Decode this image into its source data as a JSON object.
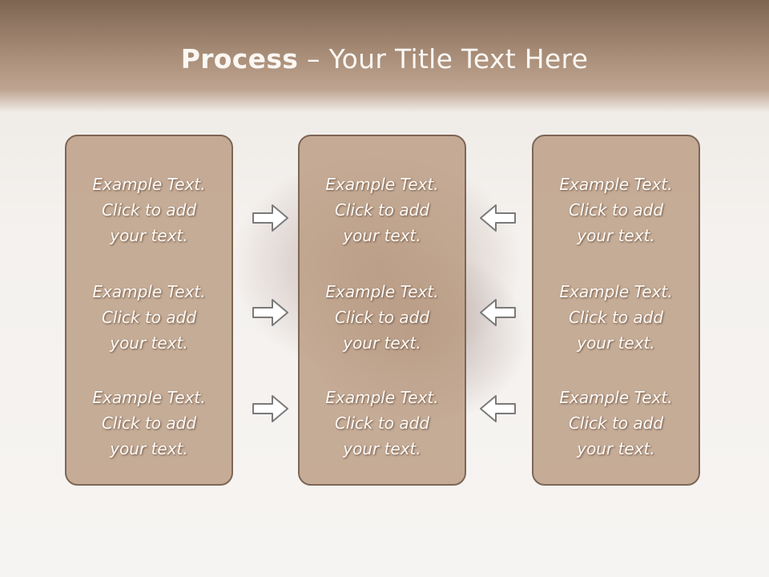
{
  "title": {
    "bold": "Process",
    "rest": " – Your Title Text Here"
  },
  "panels": [
    {
      "items": [
        {
          "l1": "Example Text.",
          "l2": "Click  to add",
          "l3": "your text."
        },
        {
          "l1": "Example Text.",
          "l2": "Click  to add",
          "l3": "your text."
        },
        {
          "l1": "Example Text.",
          "l2": "Click  to add",
          "l3": "your text."
        }
      ]
    },
    {
      "items": [
        {
          "l1": "Example Text.",
          "l2": "Click  to add",
          "l3": "your text."
        },
        {
          "l1": "Example Text.",
          "l2": "Click  to add",
          "l3": "your text."
        },
        {
          "l1": "Example Text.",
          "l2": "Click  to add",
          "l3": "your text."
        }
      ]
    },
    {
      "items": [
        {
          "l1": "Example Text.",
          "l2": "Click  to add",
          "l3": "your text."
        },
        {
          "l1": "Example Text.",
          "l2": "Click  to add",
          "l3": "your text."
        },
        {
          "l1": "Example Text.",
          "l2": "Click  to add",
          "l3": "your text."
        }
      ]
    }
  ],
  "colors": {
    "panel": "#bb9c83",
    "panel_border": "#7d6655",
    "header": "#a58a75",
    "arrow_fill": "#ffffff",
    "arrow_stroke": "#7a7a7a"
  }
}
